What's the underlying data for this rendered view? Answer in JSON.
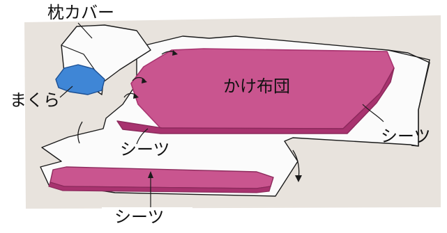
{
  "labels": {
    "pillow_cover": "枕カバー",
    "pillow": "まくら",
    "comforter": "かけ布団",
    "sheet_right": "シーツ",
    "sheet_middle": "シーツ",
    "sheet_bottom": "シーツ"
  },
  "colors": {
    "paper": "#e8e3dd",
    "sheet": "#ffffff",
    "comforter_fill": "#c9558f",
    "comforter_edge": "#a8336f",
    "pillow_blue": "#3f86d6",
    "ink": "#1a1a1a"
  }
}
